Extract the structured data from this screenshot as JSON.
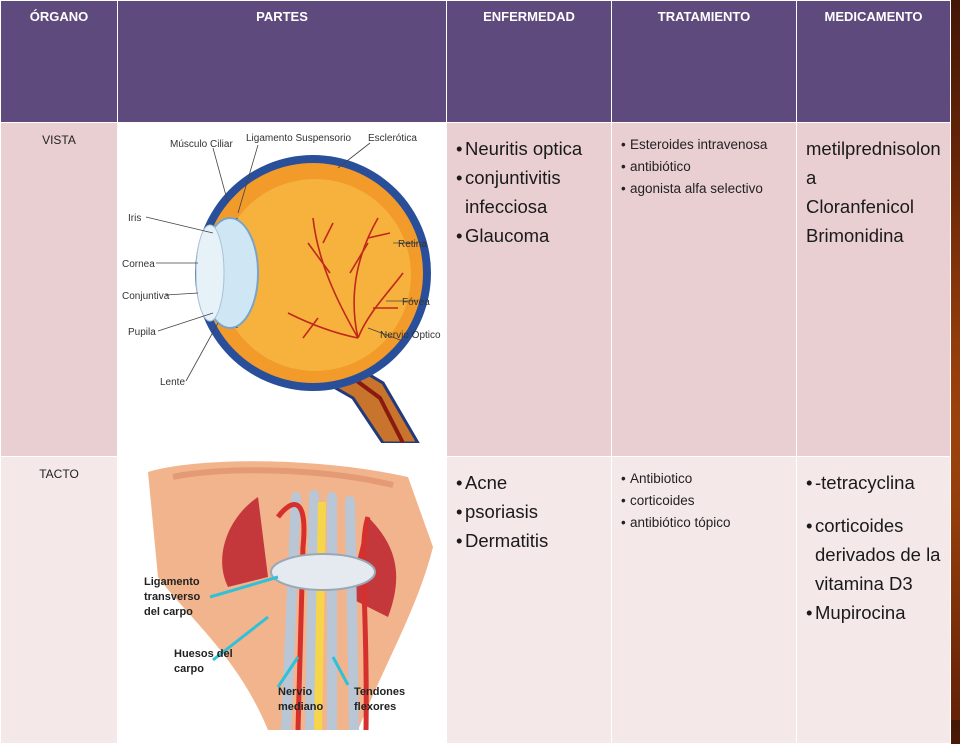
{
  "headers": [
    "ÓRGANO",
    "PARTES",
    "ENFERMEDAD",
    "TRATAMIENTO",
    "MEDICAMENTO"
  ],
  "rows": [
    {
      "organ": "VISTA",
      "diseases": [
        "Neuritis optica",
        "conjuntivitis infecciosa",
        "Glaucoma"
      ],
      "treatments": [
        "Esteroides intravenosa",
        "antibiótico",
        "agonista alfa selectivo"
      ],
      "medications": [
        "metilprednisolona",
        "Cloranfenicol",
        "Brimonidina"
      ],
      "diagram_labels": {
        "ciliar": "Músculo Ciliar",
        "ligamento": "Ligamento Suspensorio",
        "esclerotica": "Esclerótica",
        "iris": "Iris",
        "retina": "Retina",
        "cornea": "Cornea",
        "conjuntiva": "Conjuntiva",
        "fovea": "Fóvea",
        "pupila": "Pupila",
        "nervio": "Nervio Óptico",
        "lente": "Lente"
      }
    },
    {
      "organ": "TACTO",
      "diseases": [
        "Acne",
        "psoriasis",
        "Dermatitis"
      ],
      "treatments": [
        "Antibiotico",
        "corticoides",
        "antibiótico tópico"
      ],
      "medications": [
        "-tetracyclina",
        "corticoides derivados de la vitamina D3",
        "Mupirocina"
      ],
      "diagram_labels": {
        "ligamento1": "Ligamento",
        "ligamento2": "transverso",
        "ligamento3": "del carpo",
        "huesos1": "Huesos del",
        "huesos2": "carpo",
        "nervio1": "Nervio",
        "nervio2": "mediano",
        "tendones1": "Tendones",
        "tendones2": "flexores"
      }
    }
  ]
}
